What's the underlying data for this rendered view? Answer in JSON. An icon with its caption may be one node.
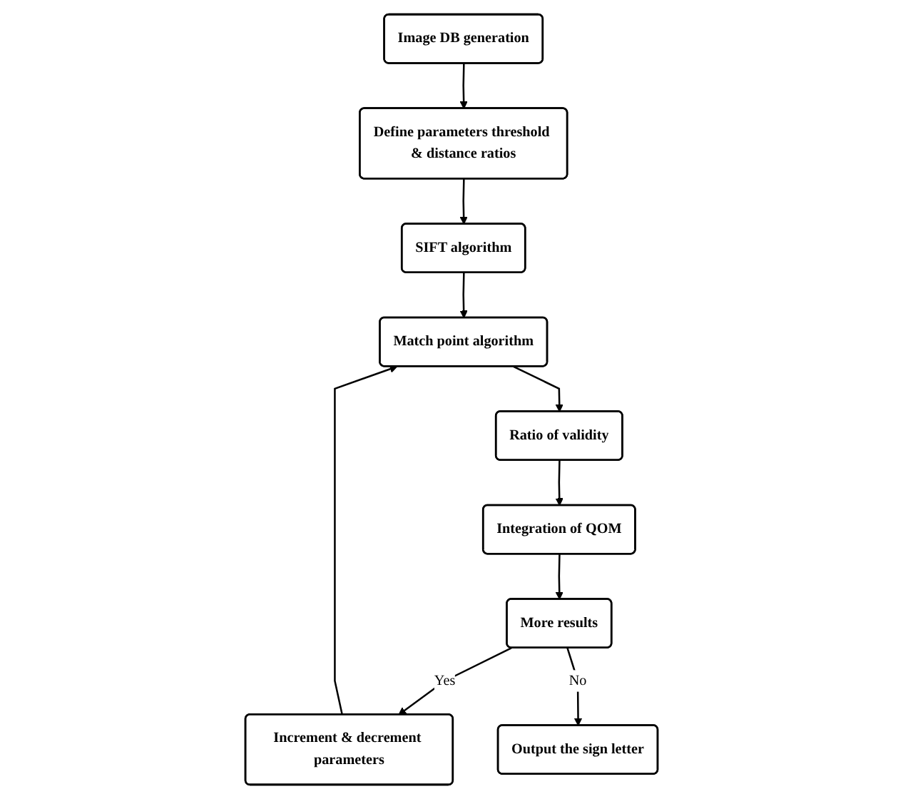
{
  "diagram": {
    "nodes": [
      {
        "text": [
          "Image DB generation"
        ]
      },
      {
        "text": [
          "Define parameters threshold & distance ratios"
        ]
      },
      {
        "text": [
          "SIFT algorithm"
        ]
      },
      {
        "text": [
          "Match point algorithm"
        ]
      },
      {
        "text": [
          "Ratio of validity"
        ]
      },
      {
        "text": [
          "Integration of QOM"
        ]
      },
      {
        "text": [
          "More results"
        ]
      },
      {
        "text": [
          "Increment & decrement parameters"
        ]
      },
      {
        "text": [
          "Output the sign letter"
        ]
      }
    ],
    "edges": [
      {
        "from": 0,
        "to": 1,
        "arrow": "to"
      },
      {
        "from": 1,
        "to": 2,
        "arrow": "to"
      },
      {
        "from": 2,
        "to": 3,
        "arrow": "to"
      },
      {
        "from": 3,
        "to": 4,
        "arrow": "to"
      },
      {
        "from": 4,
        "to": 5,
        "arrow": "to"
      },
      {
        "from": 5,
        "to": 6,
        "arrow": "to"
      },
      {
        "from": 6,
        "to": 7,
        "arrow": "to",
        "label": "Yes"
      },
      {
        "from": 7,
        "to": 3,
        "arrow": "to"
      },
      {
        "from": 6,
        "to": 8,
        "arrow": "to",
        "label": "No"
      }
    ]
  }
}
